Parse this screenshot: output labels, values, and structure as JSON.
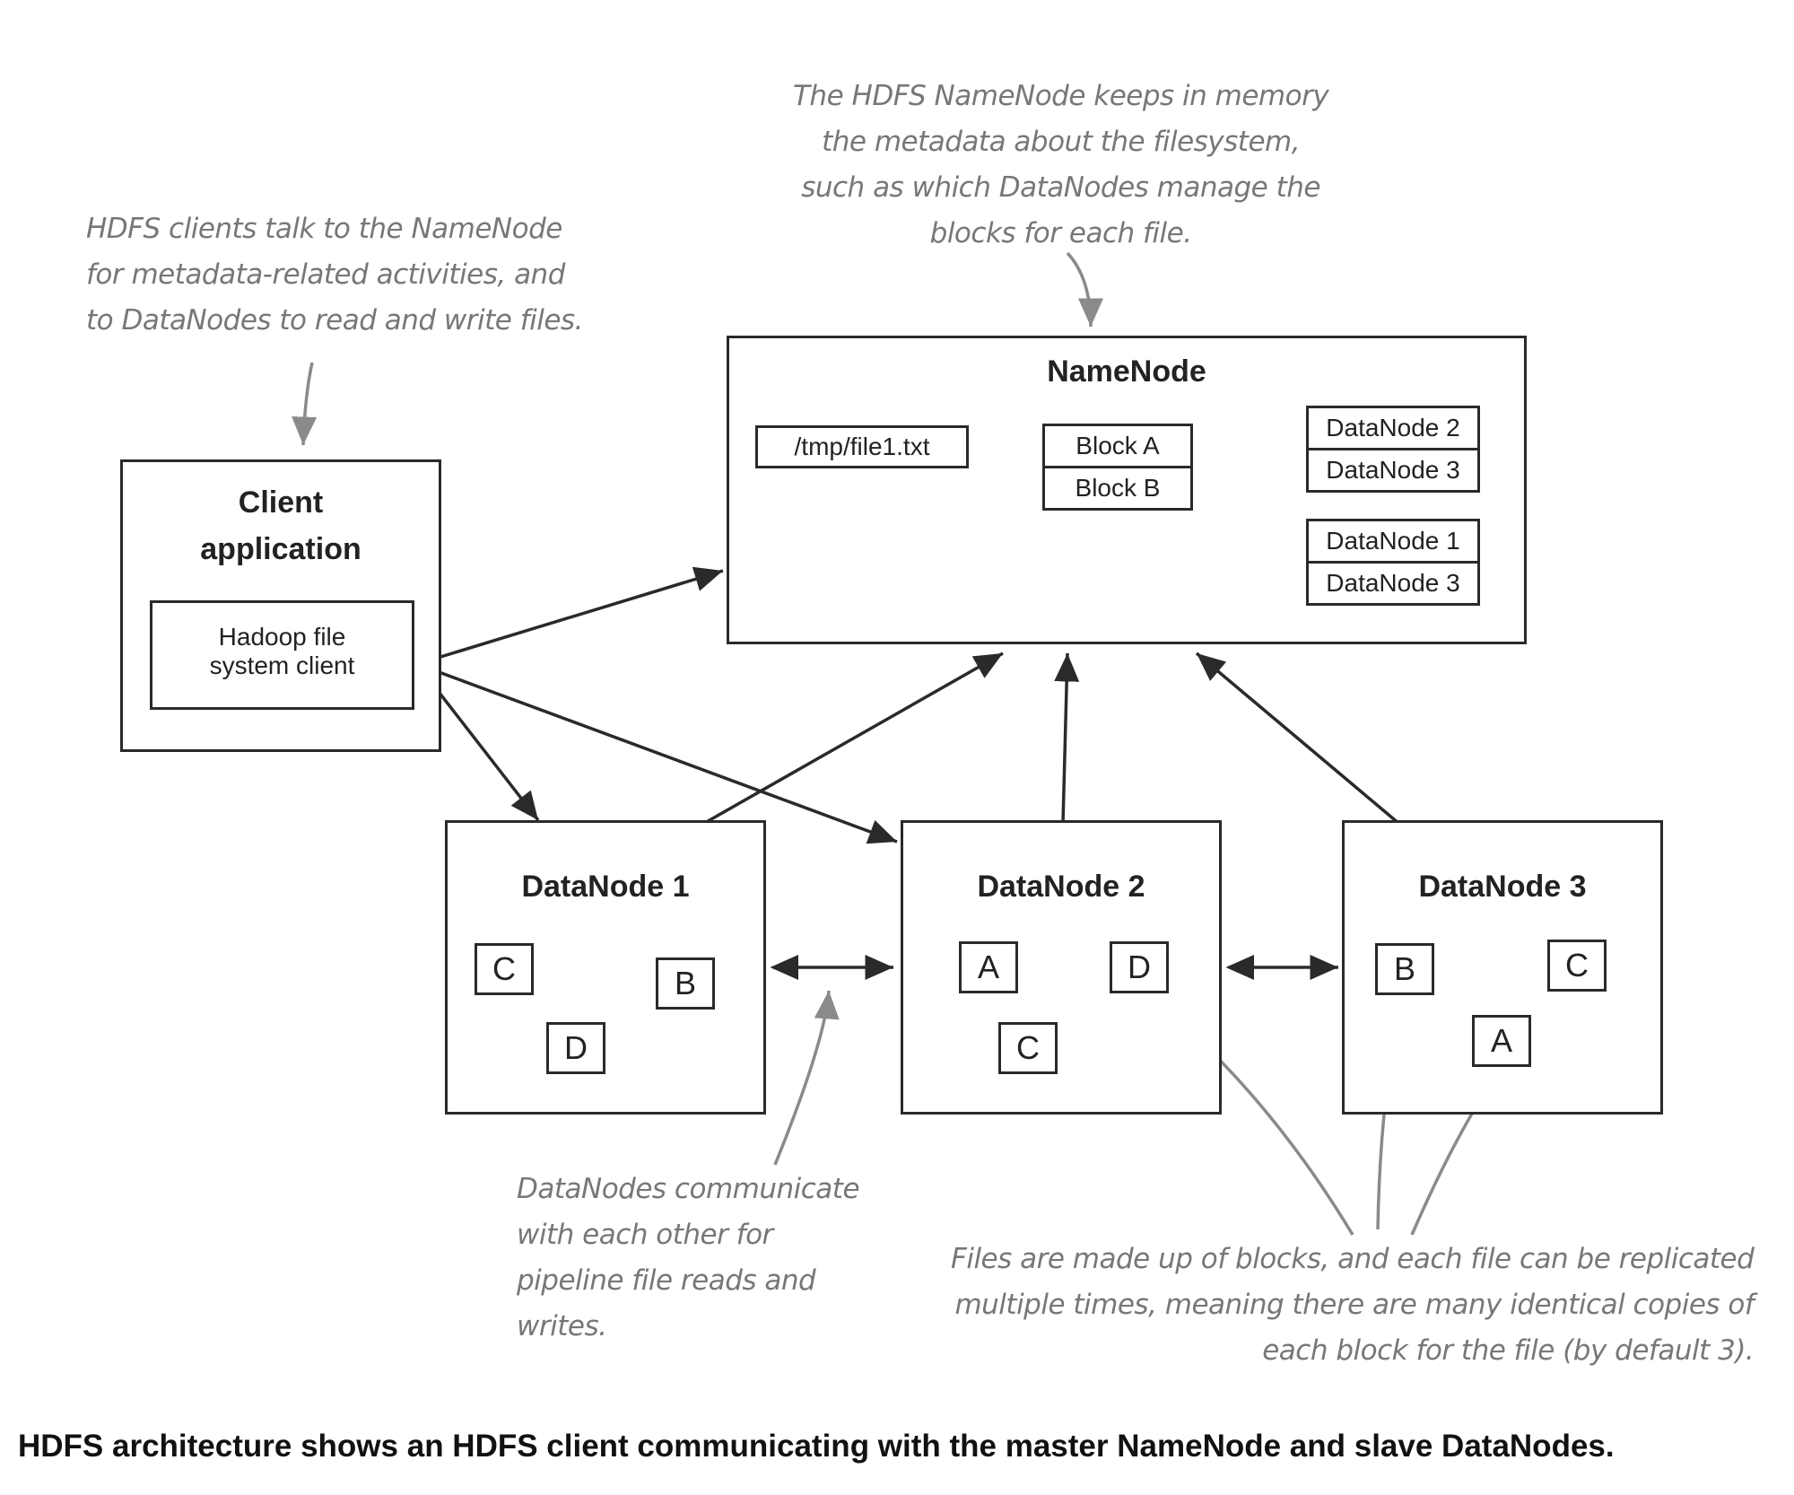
{
  "annotations": {
    "namenode_note": "The HDFS NameNode keeps in memory\nthe metadata about the filesystem,\nsuch as which DataNodes manage the\nblocks for each file.",
    "client_note": "HDFS clients talk to the NameNode\nfor metadata-related activities, and\nto DataNodes to read and write files.",
    "datanode_comm_note": "DataNodes communicate\nwith each other for\npipeline file reads and\nwrites.",
    "replication_note": "Files are made up of blocks, and each file can be replicated\nmultiple times, meaning there are many identical copies of\neach block for the file (by default 3)."
  },
  "client": {
    "title_line1": "Client",
    "title_line2": "application",
    "inner_line1": "Hadoop file",
    "inner_line2": "system client"
  },
  "namenode": {
    "title": "NameNode",
    "file": "/tmp/file1.txt",
    "block_a": "Block A",
    "block_b": "Block B",
    "a_replicas": [
      "DataNode 2",
      "DataNode 3"
    ],
    "b_replicas": [
      "DataNode 1",
      "DataNode 3"
    ]
  },
  "datanodes": [
    {
      "title": "DataNode 1",
      "blocks": [
        "C",
        "B",
        "D"
      ]
    },
    {
      "title": "DataNode 2",
      "blocks": [
        "A",
        "D",
        "C"
      ]
    },
    {
      "title": "DataNode 3",
      "blocks": [
        "B",
        "C",
        "A"
      ]
    }
  ],
  "caption": "HDFS architecture shows an HDFS client communicating with the master NameNode and slave DataNodes.",
  "colors": {
    "ink": "#2a2a2a",
    "note": "#8a8a8a"
  }
}
